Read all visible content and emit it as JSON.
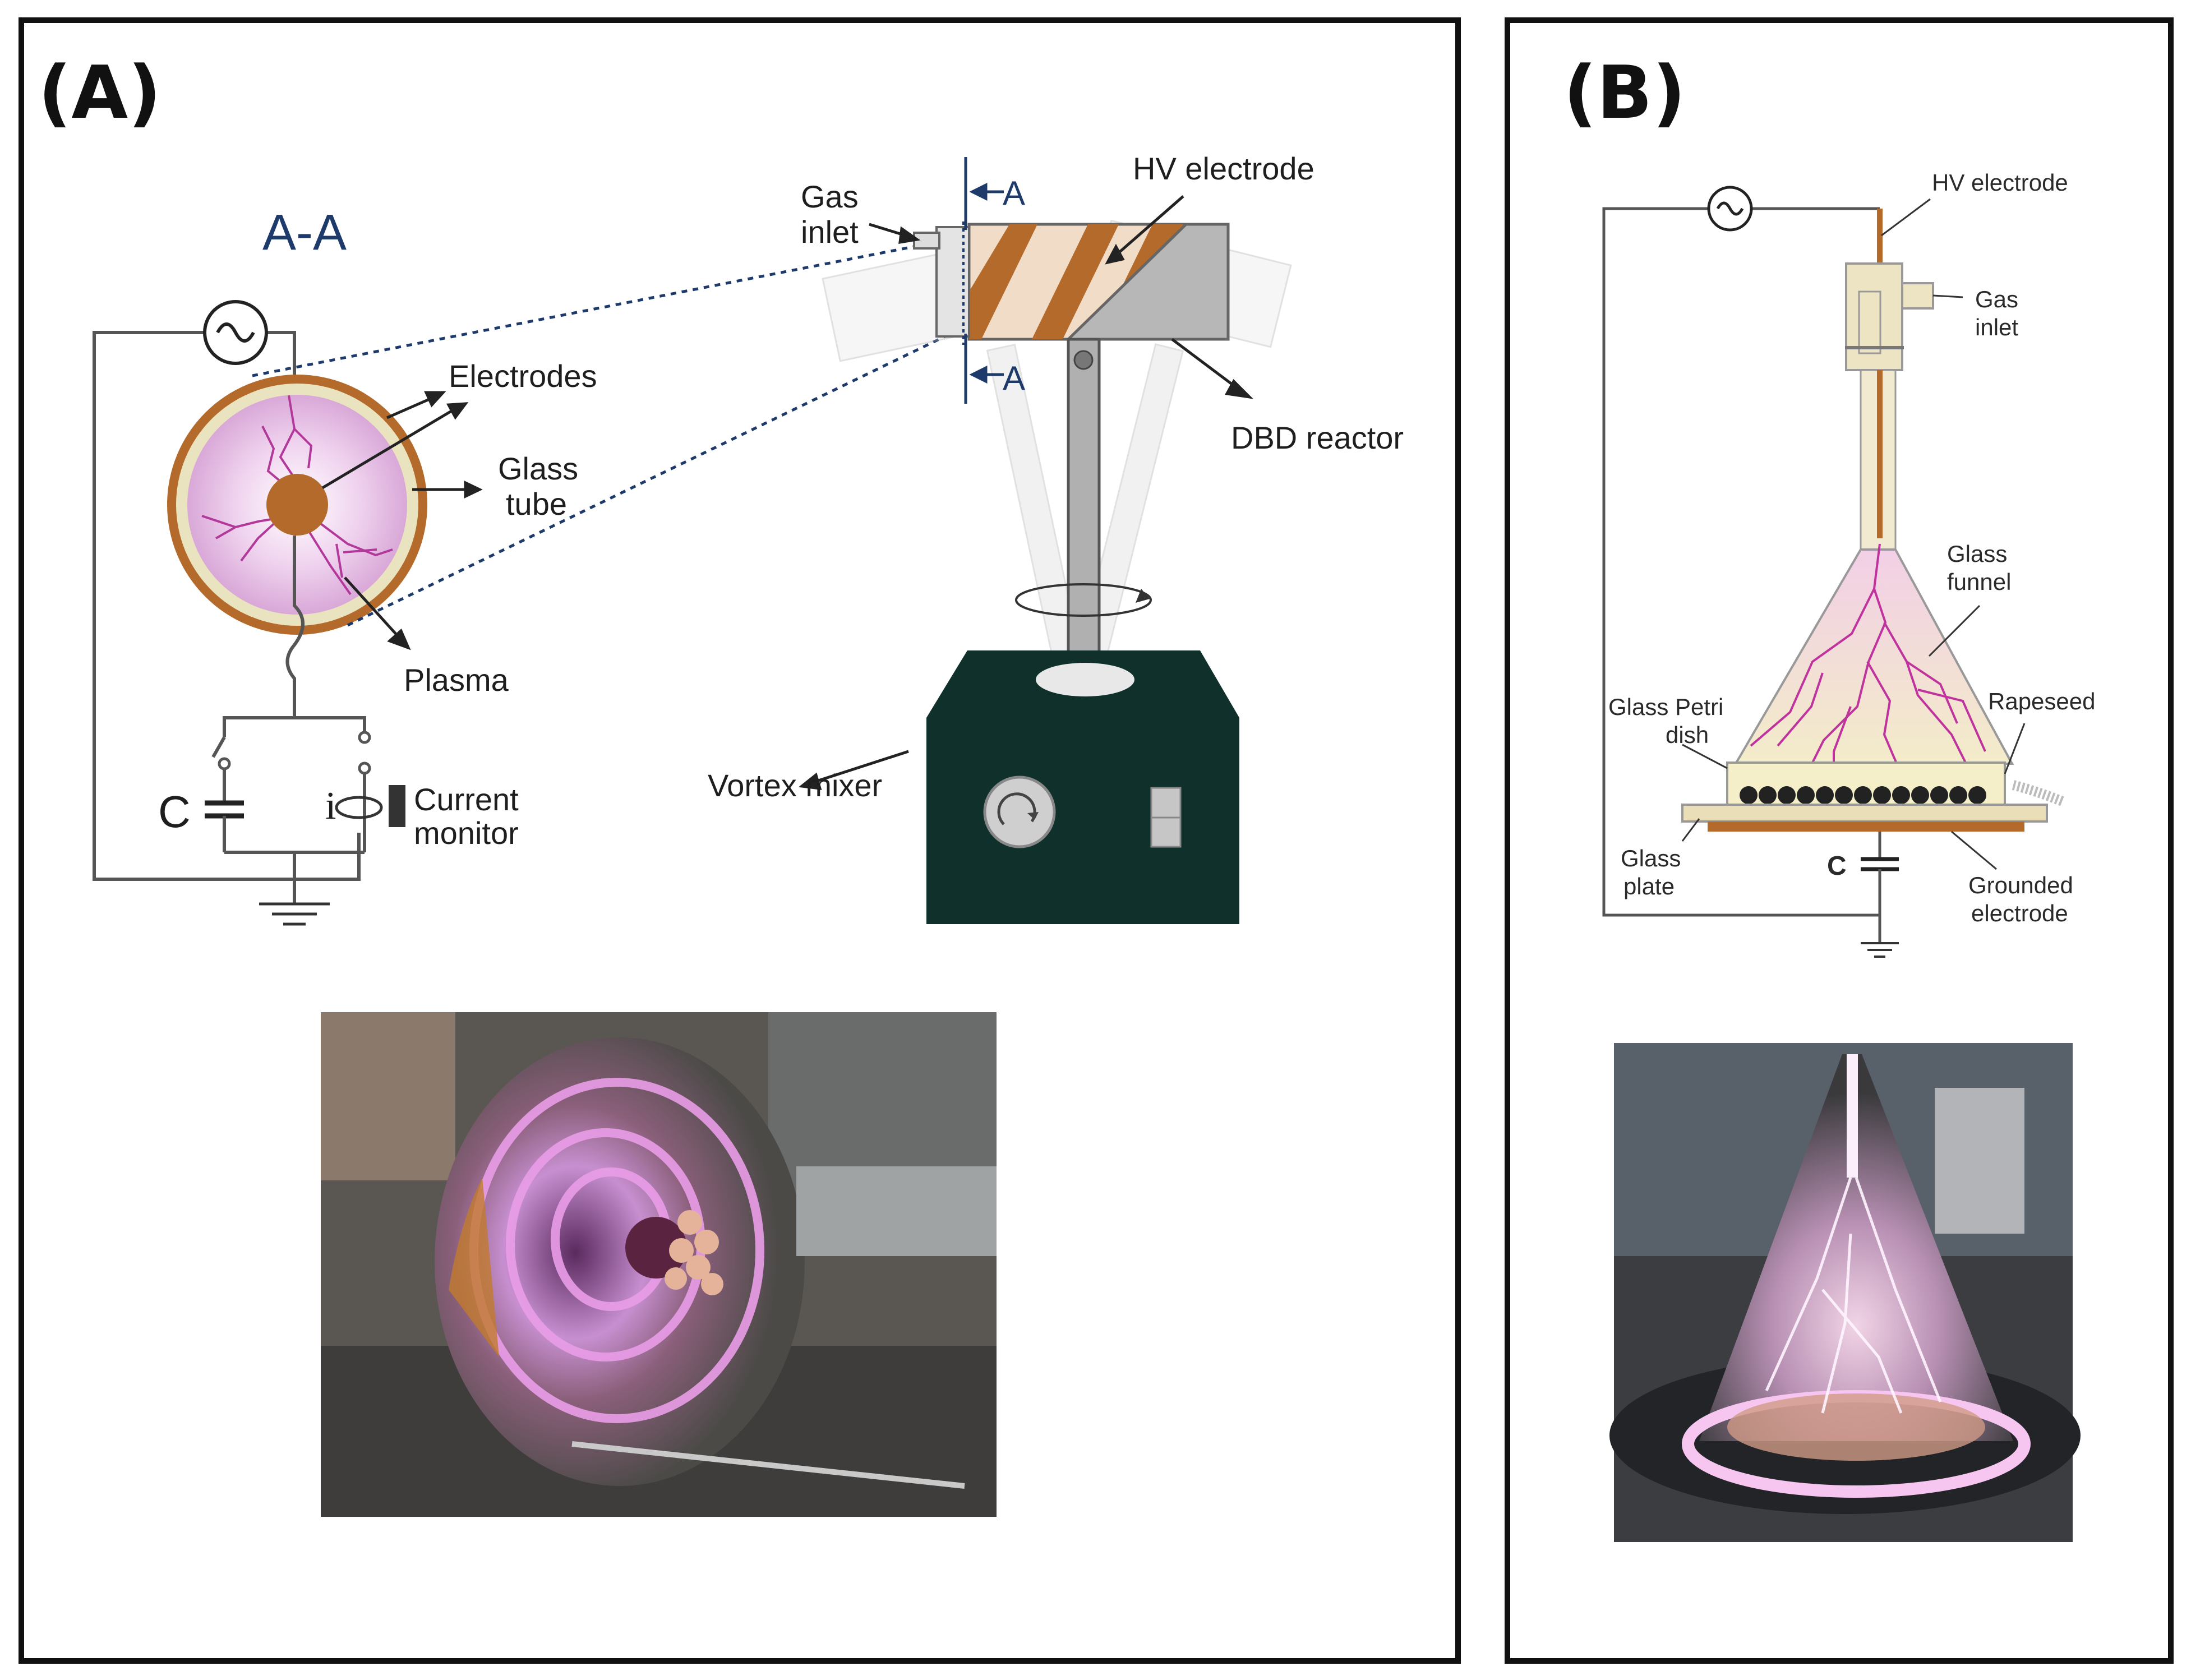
{
  "panel_a": {
    "label": "(A)",
    "section_label": "A-A",
    "section_marker": "A",
    "labels": {
      "electrodes": "Electrodes",
      "glass_tube_line1": "Glass",
      "glass_tube_line2": "tube",
      "plasma": "Plasma",
      "capacitor": "C",
      "current_symbol": "i",
      "current_monitor_line1": "Current",
      "current_monitor_line2": "monitor",
      "gas_inlet_line1": "Gas",
      "gas_inlet_line2": "inlet",
      "hv_electrode": "HV electrode",
      "dbd_reactor": "DBD reactor",
      "vortex_mixer": "Vortex mixer"
    }
  },
  "panel_b": {
    "label": "(B)",
    "labels": {
      "hv_electrode": "HV electrode",
      "gas_inlet_line1": "Gas",
      "gas_inlet_line2": "inlet",
      "glass_funnel_line1": "Glass",
      "glass_funnel_line2": "funnel",
      "glass_petri_line1": "Glass Petri",
      "glass_petri_line2": "dish",
      "rapeseed": "Rapeseed",
      "glass_plate_line1": "Glass",
      "glass_plate_line2": "plate",
      "capacitor": "C",
      "grounded_line1": "Grounded",
      "grounded_line2": "electrode"
    }
  },
  "colors": {
    "electrode_copper": "#b36a2a",
    "plasma_pink": "#e9c4e8",
    "glass_beige": "#eae3bf",
    "mixer_dark": "#10302b",
    "label_blue": "#1d3a6b"
  }
}
